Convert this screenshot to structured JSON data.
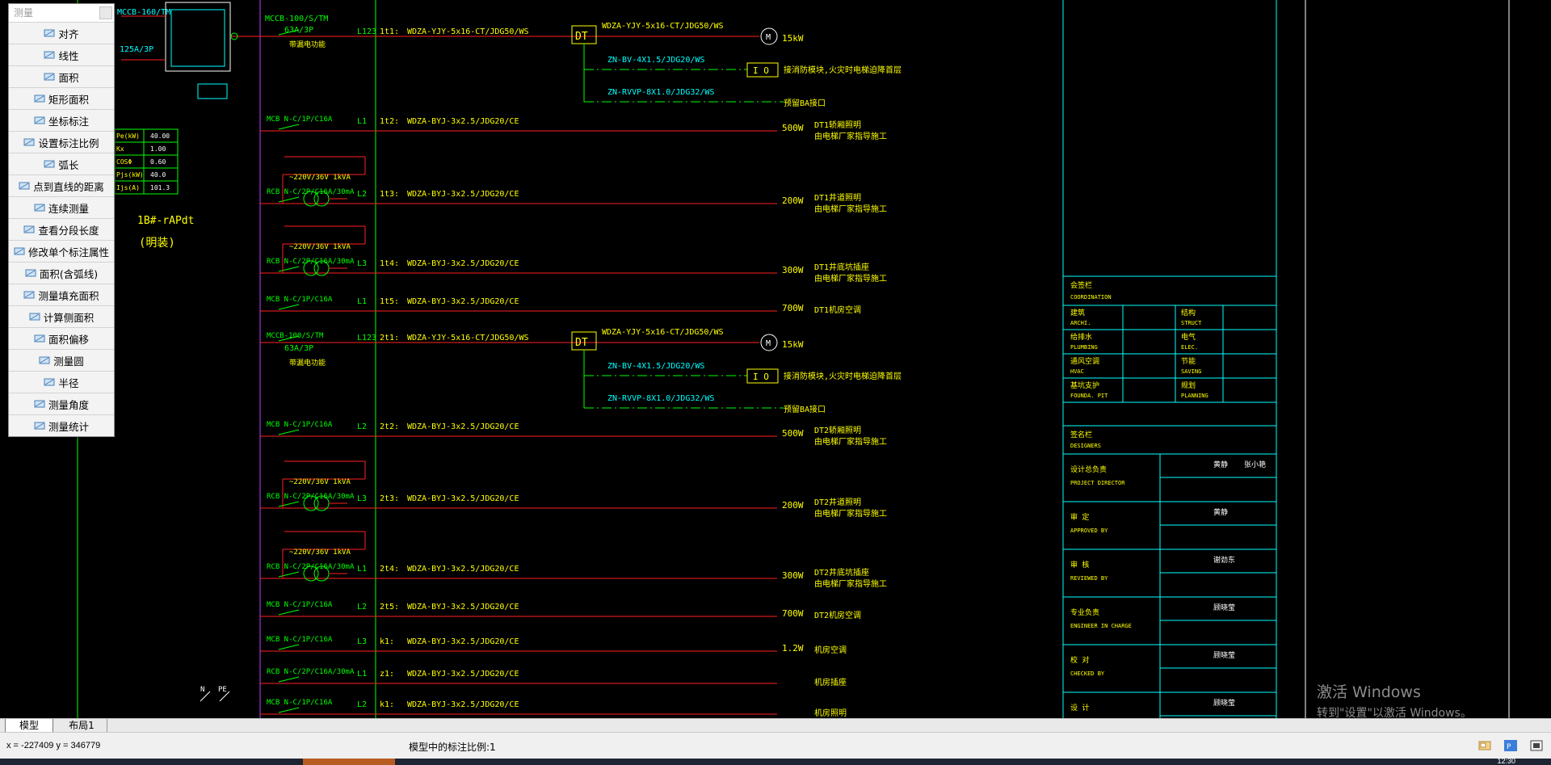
{
  "palette": {
    "title": "测量",
    "items": [
      {
        "label": "对齐",
        "icon": "aligned-dimension-icon"
      },
      {
        "label": "线性",
        "icon": "linear-dimension-icon"
      },
      {
        "label": "面积",
        "icon": "area-icon"
      },
      {
        "label": "矩形面积",
        "icon": "rectangle-area-icon"
      },
      {
        "label": "坐标标注",
        "icon": "coordinate-dimension-icon"
      },
      {
        "label": "设置标注比例",
        "icon": "dimension-scale-icon"
      },
      {
        "label": "弧长",
        "icon": "arc-length-icon"
      },
      {
        "label": "点到直线的距离",
        "icon": "point-line-distance-icon"
      },
      {
        "label": "连续测量",
        "icon": "continuous-measure-icon"
      },
      {
        "label": "查看分段长度",
        "icon": "segment-length-icon"
      },
      {
        "label": "修改单个标注属性",
        "icon": "edit-dimension-icon"
      },
      {
        "label": "面积(含弧线)",
        "icon": "area-arc-icon"
      },
      {
        "label": "测量填充面积",
        "icon": "hatch-area-icon"
      },
      {
        "label": "计算侧面积",
        "icon": "side-area-icon"
      },
      {
        "label": "面积偏移",
        "icon": "area-offset-icon"
      },
      {
        "label": "测量圆",
        "icon": "circle-measure-icon"
      },
      {
        "label": "半径",
        "icon": "radius-icon"
      },
      {
        "label": "测量角度",
        "icon": "angle-icon"
      },
      {
        "label": "测量统计",
        "icon": "statistics-icon"
      }
    ]
  },
  "tabs": {
    "model": "模型",
    "layout1": "布局1"
  },
  "status": {
    "coords": "x = -227409  y = 346779",
    "scale": "模型中的标注比例:1"
  },
  "watermark": {
    "line1": "激活 Windows",
    "line2": "转到\"设置\"以激活 Windows。"
  },
  "drawing": {
    "top_labels": {
      "mccb1": "MCCB-100/S/TM",
      "mccb1b": "63A/3P",
      "mccb1c": "带漏电功能",
      "l123": "L123",
      "mccb_left1": "MCCB-160/TM",
      "mccb_left2": "125A/3P"
    },
    "load_table": [
      {
        "k": "Pe(kW)",
        "v": "40.00"
      },
      {
        "k": "Kx",
        "v": "1.00"
      },
      {
        "k": "COSΦ",
        "v": "0.60"
      },
      {
        "k": "Pjs(kW)",
        "v": "40.0"
      },
      {
        "k": "Ijs(A)",
        "v": "101.3"
      }
    ],
    "panel_label": "1B#-rAPdt",
    "panel_sub": "(明装)",
    "circuits": [
      {
        "breaker": "",
        "num": "1t1:",
        "cable": "WDZA-YJY-5x16-CT/JDG50/WS",
        "power": "15kW",
        "desc": "",
        "phase": "L123",
        "motor": true
      },
      {
        "breaker": "MCB N-C/1P/C16A",
        "num": "1t2:",
        "cable": "WDZA-BYJ-3x2.5/JDG20/CE",
        "power": "500W",
        "desc": "DT1轿厢照明",
        "desc2": "由电梯厂家指导施工",
        "phase": "L1"
      },
      {
        "breaker": "RCB N-C/2P/C16A/30mA",
        "num": "1t3:",
        "cable": "WDZA-BYJ-3x2.5/JDG20/CE",
        "power": "200W",
        "desc": "DT1井道照明",
        "desc2": "由电梯厂家指导施工",
        "phase": "L2",
        "xfmr": "~220V/36V 1kVA"
      },
      {
        "breaker": "RCB N-C/2P/C16A/30mA",
        "num": "1t4:",
        "cable": "WDZA-BYJ-3x2.5/JDG20/CE",
        "power": "300W",
        "desc": "DT1井底坑插座",
        "desc2": "由电梯厂家指导施工",
        "phase": "L3",
        "xfmr": "~220V/36V 1kVA"
      },
      {
        "breaker": "MCB N-C/1P/C16A",
        "num": "1t5:",
        "cable": "WDZA-BYJ-3x2.5/JDG20/CE",
        "power": "700W",
        "desc": "DT1机房空调",
        "phase": "L1"
      },
      {
        "breaker": "MCCB-100/S/TM",
        "num": "2t1:",
        "cable": "WDZA-YJY-5x16-CT/JDG50/WS",
        "power": "15kW",
        "desc": "",
        "phase": "L123",
        "motor": true
      },
      {
        "breaker": "MCB N-C/1P/C16A",
        "num": "2t2:",
        "cable": "WDZA-BYJ-3x2.5/JDG20/CE",
        "power": "500W",
        "desc": "DT2轿厢照明",
        "desc2": "由电梯厂家指导施工",
        "phase": "L2"
      },
      {
        "breaker": "RCB N-C/2P/C16A/30mA",
        "num": "2t3:",
        "cable": "WDZA-BYJ-3x2.5/JDG20/CE",
        "power": "200W",
        "desc": "DT2井道照明",
        "desc2": "由电梯厂家指导施工",
        "phase": "L3",
        "xfmr": "~220V/36V 1kVA"
      },
      {
        "breaker": "RCB N-C/2P/C16A/30mA",
        "num": "2t4:",
        "cable": "WDZA-BYJ-3x2.5/JDG20/CE",
        "power": "300W",
        "desc": "DT2井底坑插座",
        "desc2": "由电梯厂家指导施工",
        "phase": "L1",
        "xfmr": "~220V/36V 1kVA"
      },
      {
        "breaker": "MCB N-C/1P/C16A",
        "num": "2t5:",
        "cable": "WDZA-BYJ-3x2.5/JDG20/CE",
        "power": "700W",
        "desc": "DT2机房空调",
        "phase": "L2"
      },
      {
        "breaker": "MCB N-C/1P/C16A",
        "num": "k1:",
        "cable": "WDZA-BYJ-3x2.5/JDG20/CE",
        "power": "1.2W",
        "desc": "机房空调",
        "phase": "L3"
      },
      {
        "breaker": "RCB N-C/2P/C16A/30mA",
        "num": "z1:",
        "cable": "WDZA-BYJ-3x2.5/JDG20/CE",
        "power": "",
        "desc": "机房插座",
        "phase": "L1"
      },
      {
        "breaker": "MCB N-C/1P/C16A",
        "num": "k1:",
        "cable": "WDZA-BYJ-3x2.5/JDG20/CE",
        "power": "",
        "desc": "机房照明",
        "phase": "L2"
      }
    ],
    "dt_label": "DT",
    "fire_cable": "ZN-BV-4X1.5/JDG20/WS",
    "fire_desc": "接消防模块,火灾时电梯迫降首层",
    "ba_cable": "ZN-RVVP-8X1.0/JDG32/WS",
    "ba_desc": "预留BA接口",
    "io": "I O",
    "motor_sym": "M",
    "npe_n": "N",
    "npe_pe": "PE",
    "title_block": {
      "coordination": "会签栏",
      "coordination_en": "COORDINATION",
      "sign_rows": [
        {
          "a": "建筑",
          "a_en": "ARCHI.",
          "b": "结构",
          "b_en": "STRUCT"
        },
        {
          "a": "给排水",
          "a_en": "PLUMBING",
          "b": "电气",
          "b_en": "ELEC."
        },
        {
          "a": "通风空调",
          "a_en": "HVAC",
          "b": "节能",
          "b_en": "SAVING"
        },
        {
          "a": "基坑支护",
          "a_en": "FOUNDA. PIT",
          "b": "规划",
          "b_en": "PLANNING"
        }
      ],
      "designers": "签名栏",
      "designers_en": "DESIGNERS",
      "roles": [
        {
          "cn": "设计总负责",
          "en": "PROJECT DIRECTOR",
          "name": "黄静",
          "name2": "张小艳"
        },
        {
          "cn": "审    定",
          "en": "APPROVED BY",
          "name": "黄静"
        },
        {
          "cn": "审    核",
          "en": "REVIEWED BY",
          "name": "谢劲东"
        },
        {
          "cn": "专业负责",
          "en": "ENGINEER IN CHARGE",
          "name": "顾晓莹"
        },
        {
          "cn": "校    对",
          "en": "CHECKED BY",
          "name": "顾晓莹"
        },
        {
          "cn": "设    计",
          "en": "",
          "name": "顾晓莹"
        }
      ]
    }
  },
  "taskbar": {
    "time": "12:30"
  }
}
